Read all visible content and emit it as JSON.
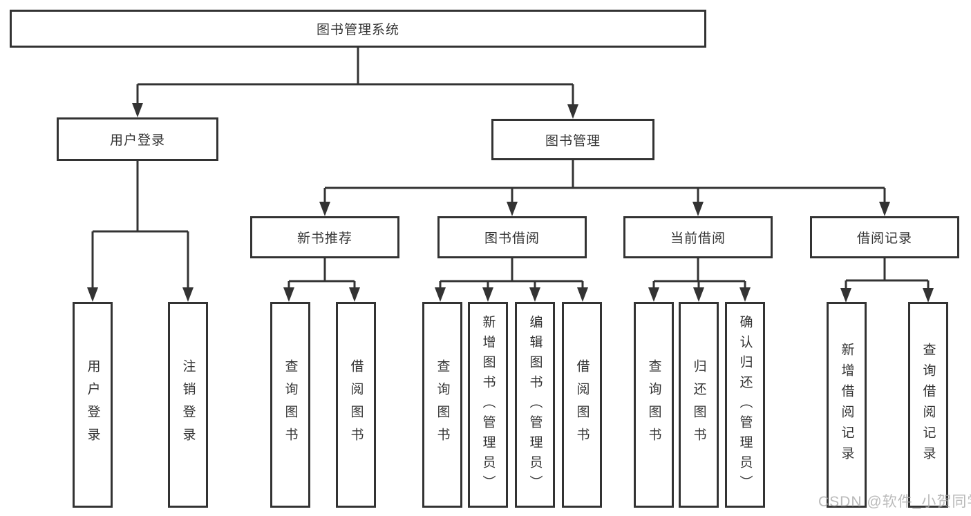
{
  "diagram": {
    "tree": {
      "label": "图书管理系统",
      "children": [
        {
          "label": "用户登录",
          "children": [
            {
              "label": "用户登录"
            },
            {
              "label": "注销登录"
            }
          ]
        },
        {
          "label": "图书管理",
          "children": [
            {
              "label": "新书推荐",
              "children": [
                {
                  "label": "查询图书"
                },
                {
                  "label": "借阅图书"
                }
              ]
            },
            {
              "label": "图书借阅",
              "children": [
                {
                  "label": "查询图书"
                },
                {
                  "label": "新增图书（管理员）"
                },
                {
                  "label": "编辑图书（管理员）"
                },
                {
                  "label": "借阅图书"
                }
              ]
            },
            {
              "label": "当前借阅",
              "children": [
                {
                  "label": "查询图书"
                },
                {
                  "label": "归还图书"
                },
                {
                  "label": "确认归还（管理员）"
                }
              ]
            },
            {
              "label": "借阅记录",
              "children": [
                {
                  "label": "新增借阅记录"
                },
                {
                  "label": "查询借阅记录"
                }
              ]
            }
          ]
        }
      ]
    },
    "watermark": "CSDN @软件_小贺同学",
    "colors": {
      "line": "#333333",
      "text": "#333333",
      "background": "#ffffff",
      "watermark": "#a9a9a9"
    }
  }
}
